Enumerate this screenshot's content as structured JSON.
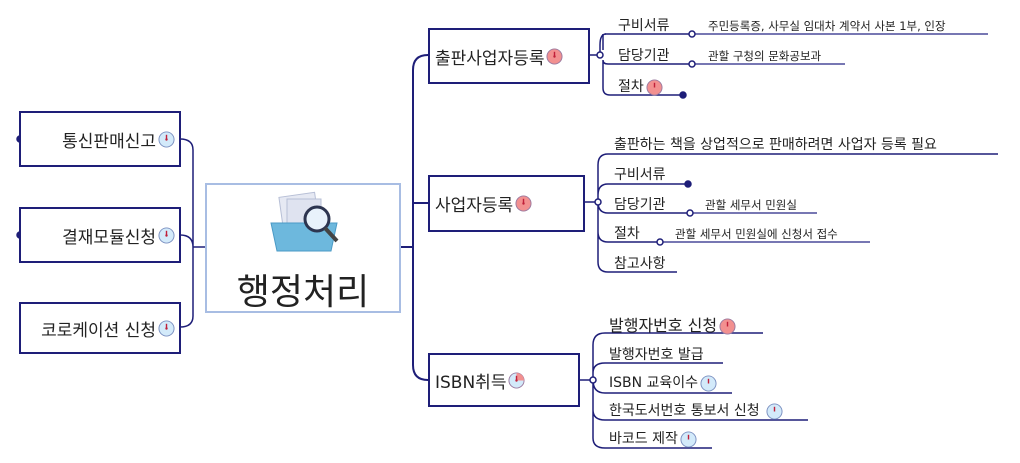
{
  "center": {
    "title": "행정처리",
    "icon": "folder-search-icon"
  },
  "left": [
    {
      "label": "통신판매신고",
      "icon": "clock-blue"
    },
    {
      "label": "결재모듈신청",
      "icon": "clock-blue"
    },
    {
      "label": "코로케이션 신청",
      "icon": "clock-blue"
    }
  ],
  "right": [
    {
      "label": "출판사업자등록",
      "icon": "clock-pink",
      "children": [
        {
          "label": "구비서류",
          "detail": "주민등록증, 사무실 임대차 계약서 사본 1부, 인장"
        },
        {
          "label": "담당기관",
          "detail": "관할 구청의 문화공보과"
        },
        {
          "label": "절차",
          "icon": "clock-pink"
        }
      ]
    },
    {
      "label": "사업자등록",
      "icon": "clock-pink",
      "children": [
        {
          "label": "출판하는 책을 상업적으로 판매하려면 사업자 등록 필요"
        },
        {
          "label": "구비서류"
        },
        {
          "label": "담당기관",
          "detail": "관할 세무서 민원실"
        },
        {
          "label": "절차",
          "detail": "관할 세무서 민원실에 신청서 접수"
        },
        {
          "label": "참고사항"
        }
      ]
    },
    {
      "label": "ISBN취득",
      "icon": "clock-half",
      "children": [
        {
          "label": "발행자번호 신청",
          "icon": "clock-pink"
        },
        {
          "label": "발행자번호 발급"
        },
        {
          "label": "ISBN 교육이수",
          "icon": "clock-blue"
        },
        {
          "label": "한국도서번호 통보서 신청",
          "icon": "clock-blue"
        },
        {
          "label": "바코드 제작",
          "icon": "clock-blue"
        }
      ]
    }
  ],
  "colors": {
    "line": "#1e1e78",
    "centerBorder": "#a8bde3",
    "clockPink": "#f29090",
    "clockBlue": "#d3eafa"
  }
}
